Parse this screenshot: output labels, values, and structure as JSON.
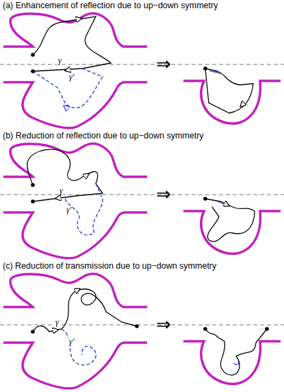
{
  "diagram": {
    "labels": [
      "(a) Enhancement of reflection due to up−down symmetry",
      "γ",
      "γ'",
      "⇒",
      "(b) Reduction of reflection due to up−down symmetry",
      "γ",
      "γ'",
      "⇒",
      "(c) Reduction of transmission due to up−down symmetry",
      "γ",
      "γ'",
      "⇒"
    ]
  }
}
